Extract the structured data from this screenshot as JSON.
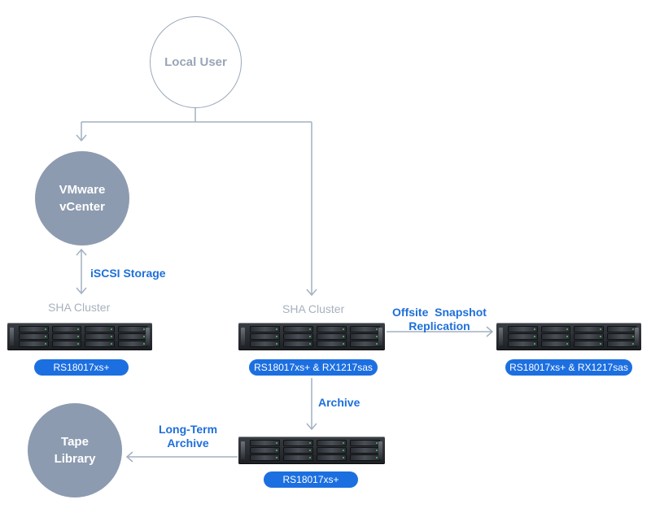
{
  "nodes": {
    "local_user": "Local User",
    "vmware": [
      "VMware",
      "vCenter"
    ],
    "tape": [
      "Tape",
      "Library"
    ]
  },
  "clusters": {
    "left": {
      "title": "SHA Cluster",
      "model": "RS18017xs+"
    },
    "center": {
      "title": "SHA Cluster",
      "model": "RS18017xs+ & RX1217sas"
    },
    "offsite": {
      "model": "RS18017xs+ & RX1217sas"
    },
    "archive": {
      "model": "RS18017xs+"
    }
  },
  "edge_labels": {
    "iscsi": "iSCSI Storage",
    "replication": [
      "Offsite  Snapshot",
      "Replication"
    ],
    "archive": "Archive",
    "long_term": [
      "Long-Term",
      "Archive"
    ]
  },
  "colors": {
    "line": "#a3b0c0",
    "label_blue": "#1e6fd9",
    "pill_blue": "#1c6fe0",
    "node_fill": "#8c9bb0"
  }
}
